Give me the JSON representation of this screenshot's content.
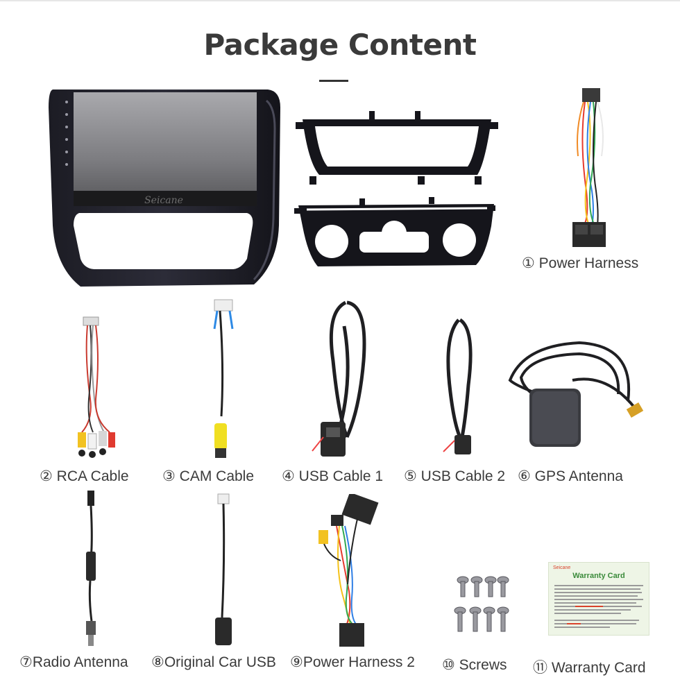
{
  "title": "Package Content",
  "items": {
    "power_harness": "① Power Harness",
    "rca_cable": "② RCA Cable",
    "cam_cable": "③ CAM Cable",
    "usb_cable_1": "④ USB Cable 1",
    "usb_cable_2": "⑤ USB Cable 2",
    "gps_antenna": "⑥ GPS Antenna",
    "radio_antenna": "⑦Radio Antenna",
    "original_car_usb": "⑧Original Car USB",
    "power_harness_2": "⑨Power Harness 2",
    "screws": "⑩ Screws",
    "warranty_card": "⑪ Warranty Card"
  },
  "head_unit": {
    "brand": "Seicane"
  },
  "warranty_card_image": {
    "brand": "Seicane",
    "heading": "Warranty Card"
  },
  "colors": {
    "accent_green": "#3a8a3a",
    "brand_red": "#d9412b"
  }
}
